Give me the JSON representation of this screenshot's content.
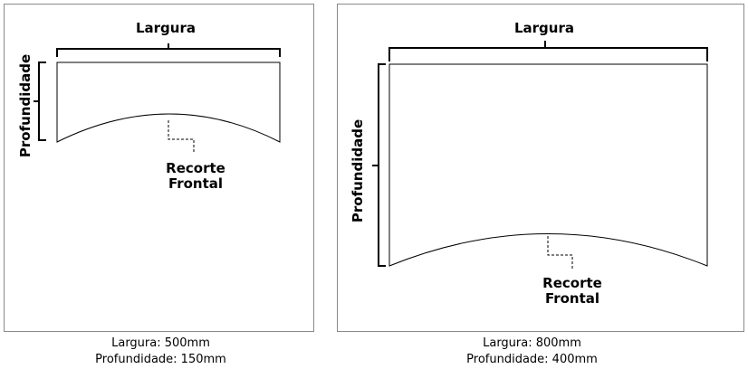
{
  "diagrams": [
    {
      "width_label": "Largura",
      "depth_label": "Profundidade",
      "cut_label_line1": "Recorte",
      "cut_label_line2": "Frontal",
      "caption_width": "Largura: 500mm",
      "caption_depth": "Profundidade: 150mm"
    },
    {
      "width_label": "Largura",
      "depth_label": "Profundidade",
      "cut_label_line1": "Recorte",
      "cut_label_line2": "Frontal",
      "caption_width": "Largura: 800mm",
      "caption_depth": "Profundidade: 400mm"
    }
  ]
}
